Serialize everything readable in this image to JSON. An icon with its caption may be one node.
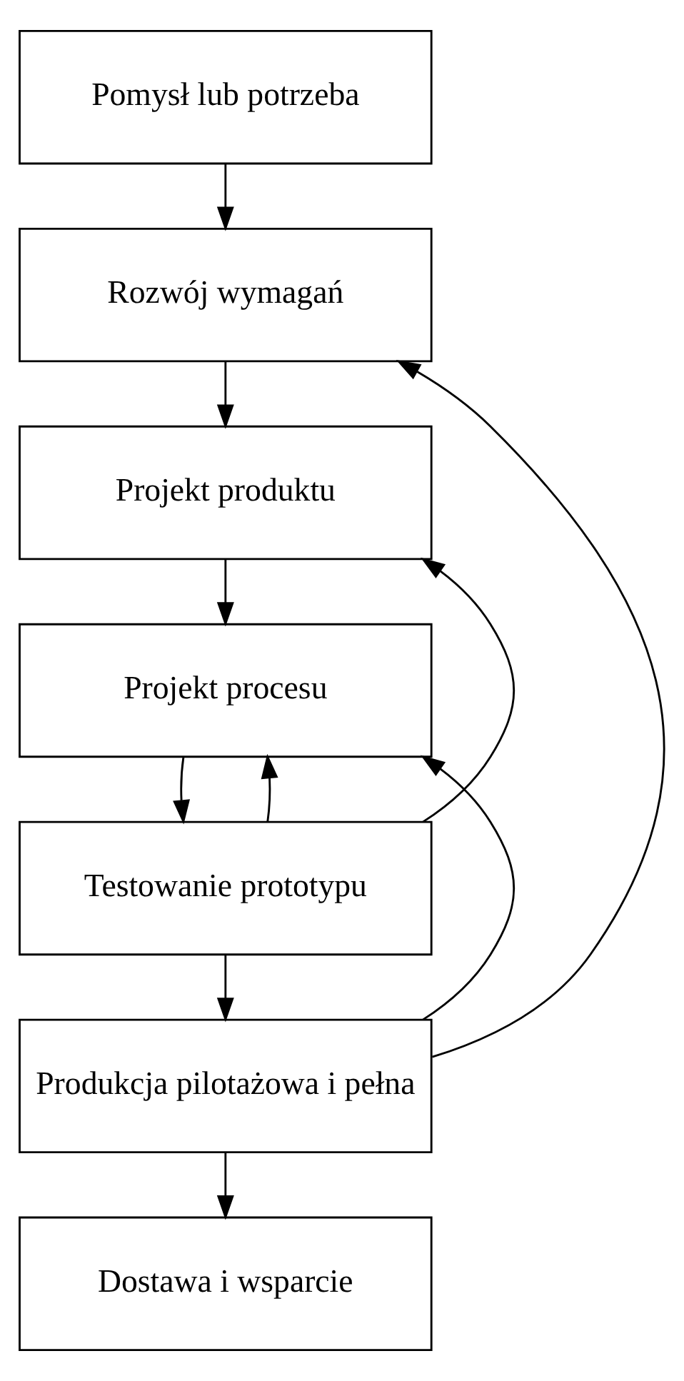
{
  "diagram": {
    "nodes": [
      {
        "text": [
          "Pomysł lub potrzeba"
        ]
      },
      {
        "text": [
          "Rozwój wymagań"
        ]
      },
      {
        "text": [
          "Projekt produktu"
        ]
      },
      {
        "text": [
          "Projekt procesu"
        ]
      },
      {
        "text": [
          "Testowanie prototypu"
        ]
      },
      {
        "text": [
          "Produkcja pilotażowa i pełna"
        ]
      },
      {
        "text": [
          "Dostawa i wsparcie"
        ]
      }
    ],
    "edges": [
      {
        "from": 0,
        "to": 1,
        "arrow": "to"
      },
      {
        "from": 1,
        "to": 2,
        "arrow": "to"
      },
      {
        "from": 2,
        "to": 3,
        "arrow": "to"
      },
      {
        "from": 3,
        "to": 4,
        "arrow": "to"
      },
      {
        "from": 4,
        "to": 5,
        "arrow": "to"
      },
      {
        "from": 5,
        "to": 6,
        "arrow": "to"
      },
      {
        "from": 5,
        "to": 1,
        "arrow": "to"
      },
      {
        "from": 5,
        "to": 3,
        "arrow": "to"
      },
      {
        "from": 4,
        "to": 2,
        "arrow": "to"
      },
      {
        "from": 4,
        "to": 3,
        "arrow": "to"
      }
    ]
  }
}
